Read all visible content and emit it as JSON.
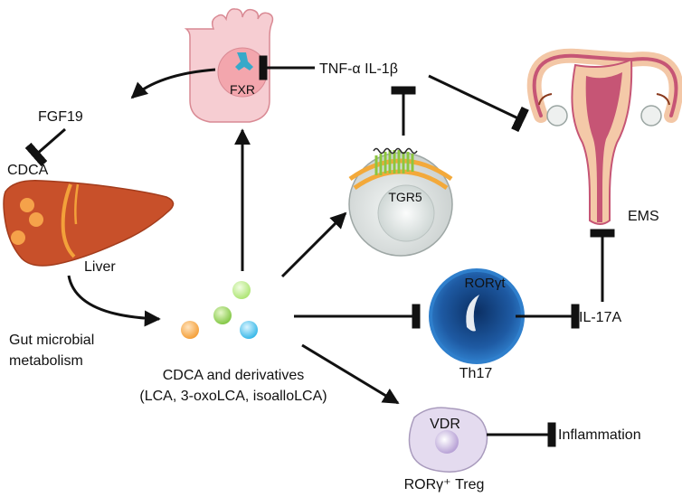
{
  "labels": {
    "fxr": "FXR",
    "tnf_il": "TNF-α IL-1β",
    "fgf19": "FGF19",
    "cdca": "CDCA",
    "liver": "Liver",
    "tgr5": "TGR5",
    "ems": "EMS",
    "gut_line1": "Gut microbial",
    "gut_line2": "metabolism",
    "cdca_derivatives_line1": "CDCA and derivatives",
    "cdca_derivatives_line2": "(LCA, 3-oxoLCA, isoalloLCA)",
    "rorgt": "RORγt",
    "th17": "Th17",
    "il17a": "IL-17A",
    "vdr": "VDR",
    "inflammation": "Inflammation",
    "treg": "RORγ⁺ Treg"
  },
  "colors": {
    "liver": "#c8502a",
    "liver_spot": "#f5a24a",
    "uterus": "#c65575",
    "cell_grey": "#d7dcdb",
    "th17_blue": "#1e6ab0",
    "treg_purple": "#d9cde6",
    "intestinal_cell": "#f7cfd3",
    "tgr5_receptor": "#9bcf4a",
    "ball_orange": "#f6a23c",
    "ball_green": "#8fd14f",
    "ball_lime": "#b7ea7c",
    "ball_cyan": "#39bde9"
  }
}
